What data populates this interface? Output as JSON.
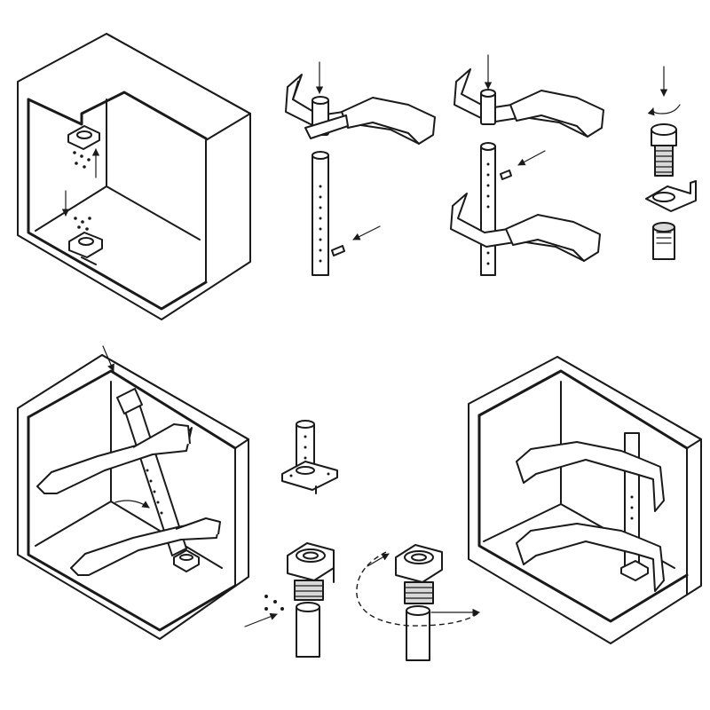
{
  "diagram": {
    "kind": "assembly-instructions",
    "steps": [
      {
        "id": "cabinet-base-mounting",
        "description_visible_text": ""
      },
      {
        "id": "basket-on-pole",
        "description_visible_text": ""
      },
      {
        "id": "second-basket-on-pole",
        "description_visible_text": ""
      },
      {
        "id": "adjustable-foot-screw",
        "description_visible_text": ""
      },
      {
        "id": "pole-install-in-cabinet",
        "description_visible_text": ""
      },
      {
        "id": "pole-bottom-bracket",
        "description_visible_text": ""
      },
      {
        "id": "foot-bracket-screws",
        "description_visible_text": ""
      },
      {
        "id": "foot-rotate-adjust",
        "description_visible_text": ""
      },
      {
        "id": "finished-cabinet",
        "description_visible_text": ""
      }
    ]
  },
  "colors": {
    "line": "#1a1a1a",
    "fill_light": "#d9d9d9",
    "background": "#ffffff"
  }
}
